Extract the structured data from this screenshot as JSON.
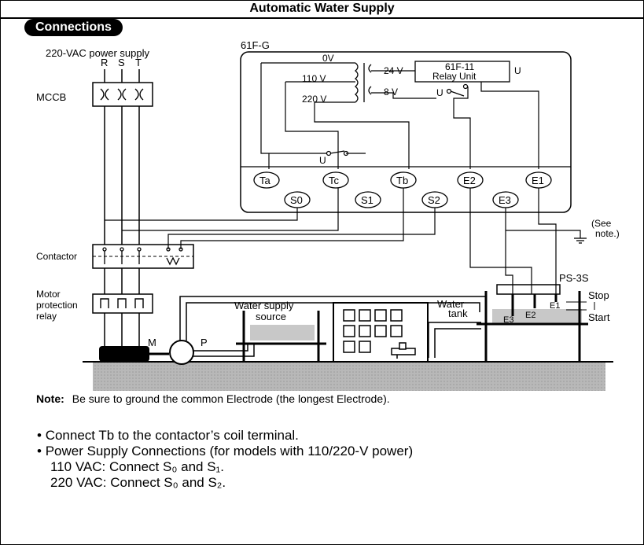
{
  "title": "Automatic Water Supply",
  "tab_label": "Connections",
  "diagram": {
    "power_label": "220-VAC power supply",
    "phase_r": "R",
    "phase_s": "S",
    "phase_t": "T",
    "mccb": "MCCB",
    "contactor": "Contactor",
    "motor_relay": [
      "Motor",
      "protection",
      "relay"
    ],
    "controller_model": "61F-G",
    "v0": "0V",
    "v110": "110 V",
    "v220": "220 V",
    "v24": "24 V",
    "v8": "8 V",
    "relay_unit": [
      "61F-11",
      "Relay Unit"
    ],
    "u_label": "U",
    "terminals": [
      "Ta",
      "Tc",
      "Tb",
      "E2",
      "E1",
      "S0",
      "S1",
      "S2",
      "E3"
    ],
    "see_note": [
      "(See",
      "note.)"
    ],
    "motor": "M",
    "pump": "P",
    "water_source": [
      "Water supply",
      "source"
    ],
    "water_tank": [
      "Water",
      "tank"
    ],
    "sensor_model": "PS-3S",
    "stop": "Stop",
    "start": "Start",
    "electrode_e1": "E1",
    "electrode_e2": "E2",
    "electrode_e3": "E3"
  },
  "note_label": "Note:",
  "note_text": "Be sure to ground the common Electrode (the longest Electrode).",
  "bullets": [
    "Connect Tb to the contactor’s coil terminal.",
    "Power Supply Connections (for models with 110/220-V power)"
  ],
  "sub_lines": [
    "110 VAC: Connect S₀ and S₁.",
    "220 VAC: Connect S₀ and S₂."
  ]
}
